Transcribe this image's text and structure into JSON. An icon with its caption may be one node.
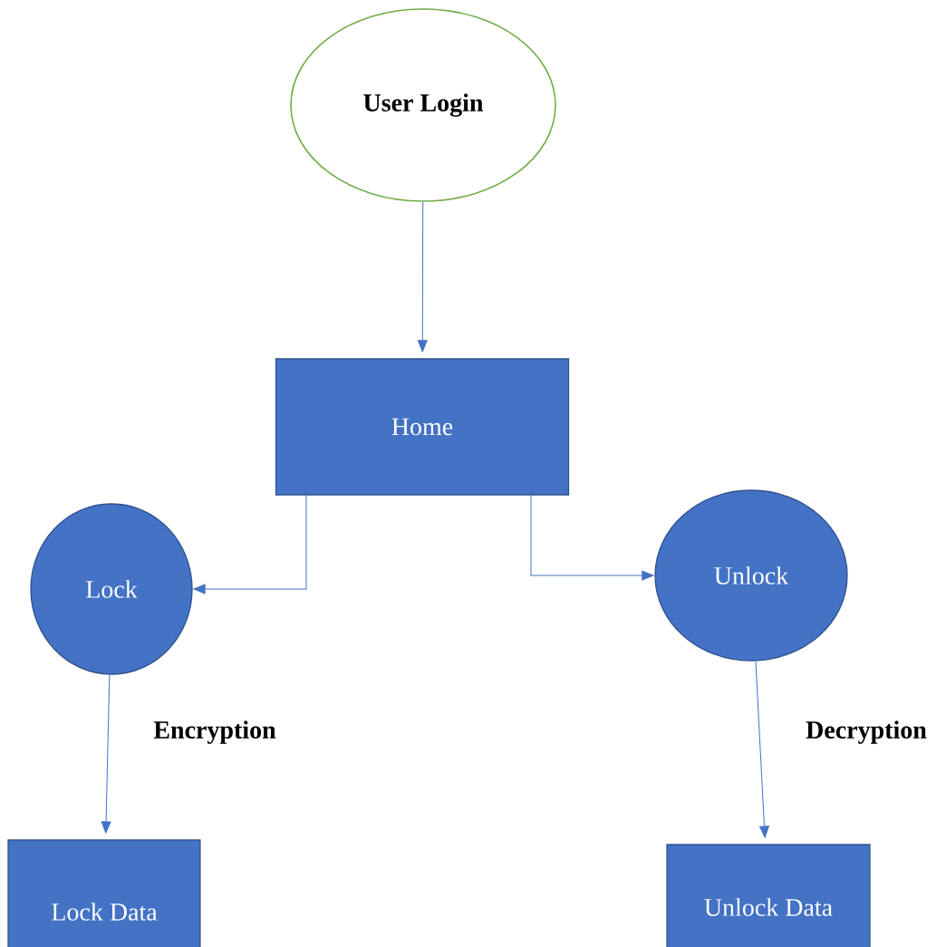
{
  "diagram": {
    "nodes": [
      {
        "text": [
          "User Login"
        ]
      },
      {
        "text": [
          "Home"
        ]
      },
      {
        "text": [
          "Lock"
        ]
      },
      {
        "text": [
          "Unlock"
        ]
      },
      {
        "text": [
          "Lock Data"
        ]
      },
      {
        "text": [
          "Unlock Data"
        ]
      }
    ],
    "edges": [
      {
        "from": 0,
        "to": 1,
        "arrow": "to"
      },
      {
        "from": 1,
        "to": 2,
        "arrow": "to"
      },
      {
        "from": 1,
        "to": 3,
        "arrow": "to"
      },
      {
        "from": 2,
        "to": 4,
        "arrow": "to",
        "label": "Encryption"
      },
      {
        "from": 3,
        "to": 5,
        "arrow": "to",
        "label": "Decryption"
      }
    ]
  }
}
